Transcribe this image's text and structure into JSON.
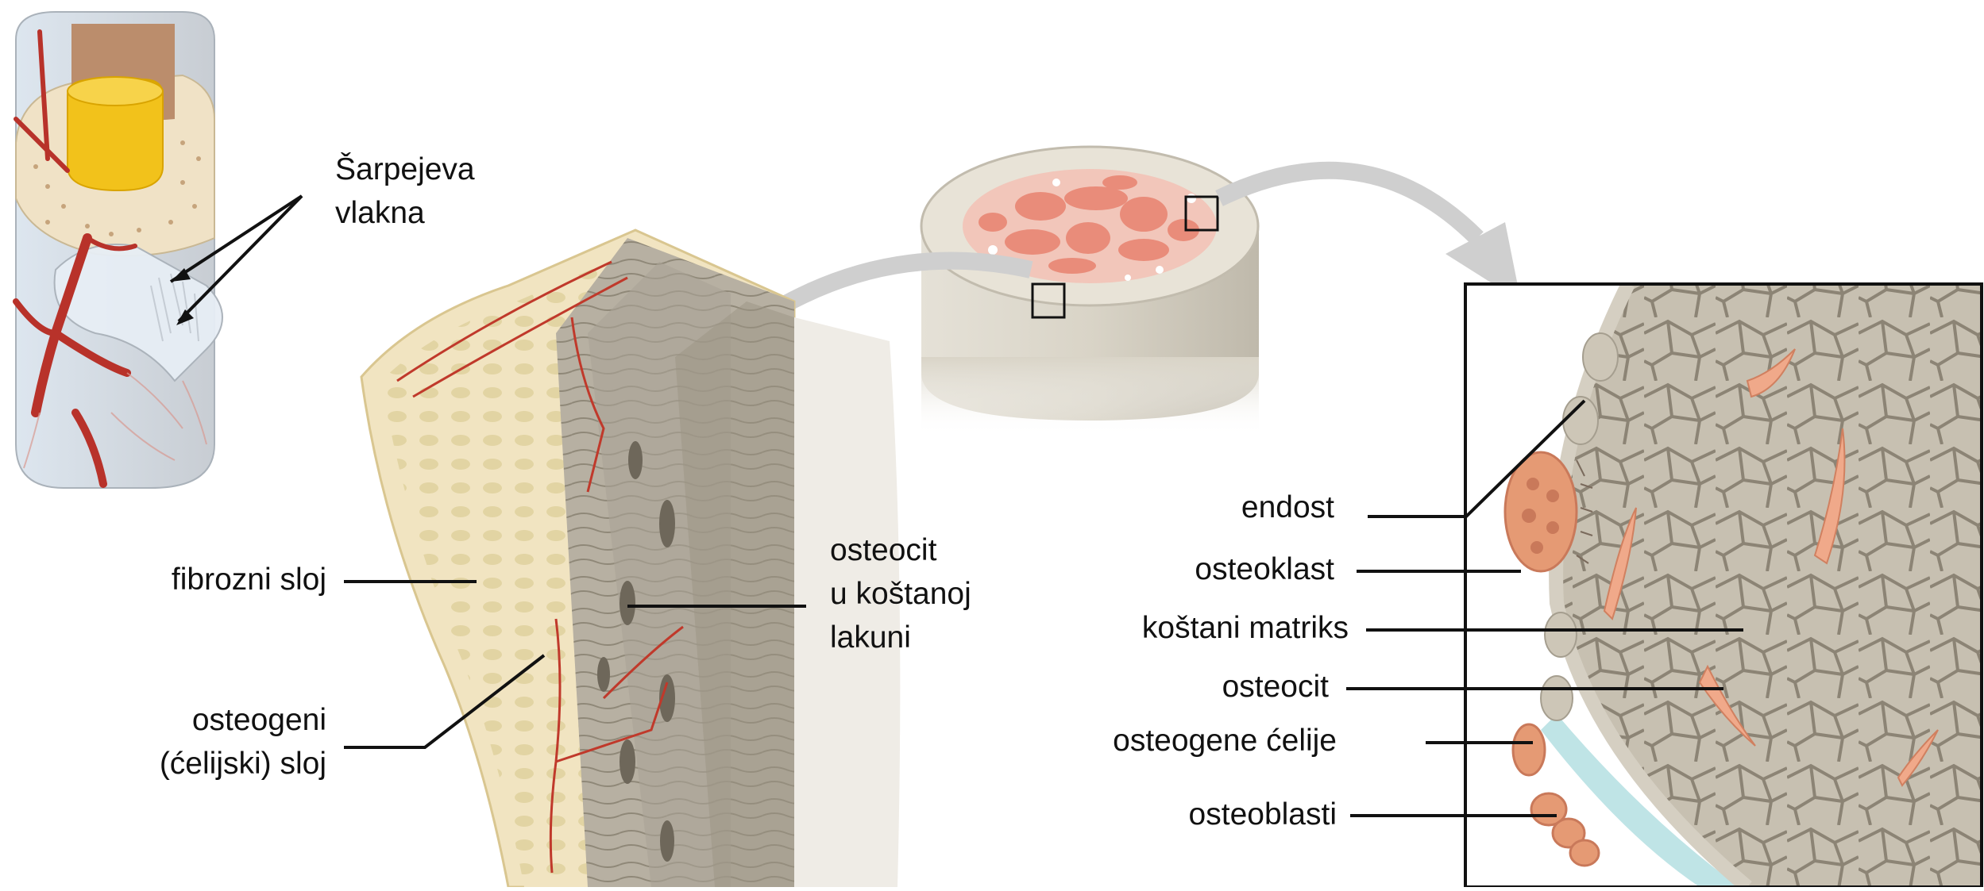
{
  "labels": {
    "sharpey_line1": "Šarpejeva",
    "sharpey_line2": "vlakna",
    "fibrous_layer": "fibrozni sloj",
    "osteogenic_line1": "osteogeni",
    "osteogenic_line2": "(ćelijski) sloj",
    "osteocyte_lacuna_line1": "osteocit",
    "osteocyte_lacuna_line2": "u koštanoj",
    "osteocyte_lacuna_line3": "lakuni",
    "endosteum": "endost",
    "osteoclast": "osteoklast",
    "bone_matrix": "koštani matriks",
    "osteocyte": "osteocit",
    "osteogenic_cells": "osteogene ćelije",
    "osteoblasts": "osteoblasti"
  },
  "colors": {
    "bone_gray": "#c9c2b3",
    "bone_dark": "#8f8878",
    "spongy_pink": "#e98c7a",
    "marrow_yellow": "#f2c21b",
    "periosteum_cream": "#efe0b8",
    "blood_vessel": "#b8322a",
    "cell_orange": "#e59a74",
    "fluid_blue": "#bfe4e6",
    "arrow_gray": "#cfcfcf"
  }
}
